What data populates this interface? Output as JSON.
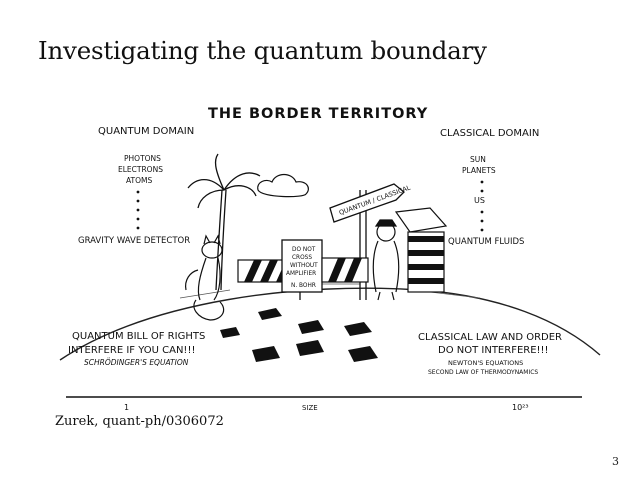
{
  "slide": {
    "title": "Investigating the quantum boundary",
    "credit": "Zurek, quant-ph/0306072",
    "page_number": "3"
  },
  "cartoon": {
    "heading": "THE BORDER TERRITORY",
    "quantum_domain": {
      "label": "QUANTUM DOMAIN",
      "items": [
        "PHOTONS",
        "ELECTRONS",
        "ATOMS"
      ],
      "bottom": "GRAVITY WAVE DETECTOR"
    },
    "classical_domain": {
      "label": "CLASSICAL DOMAIN",
      "items": [
        "SUN",
        "PLANETS",
        "US"
      ],
      "bottom": "QUANTUM FLUIDS"
    },
    "signpost": "QUANTUM / CLASSICAL",
    "warning_sign": [
      "DO NOT",
      "CROSS",
      "WITHOUT",
      "AMPLIFIER"
    ],
    "warning_sign_signature": "N. BOHR",
    "quantum_bill": [
      "QUANTUM BILL OF RIGHTS",
      "INTERFERE IF YOU CAN!!!",
      "SCHRÖDINGER'S EQUATION"
    ],
    "classical_law": [
      "CLASSICAL LAW AND ORDER",
      "DO NOT INTERFERE!!!",
      "NEWTON'S EQUATIONS",
      "SECOND LAW OF THERMODYNAMICS"
    ],
    "axis": {
      "left_tick": "1",
      "middle_label": "SIZE",
      "right_tick": "10²³"
    }
  }
}
